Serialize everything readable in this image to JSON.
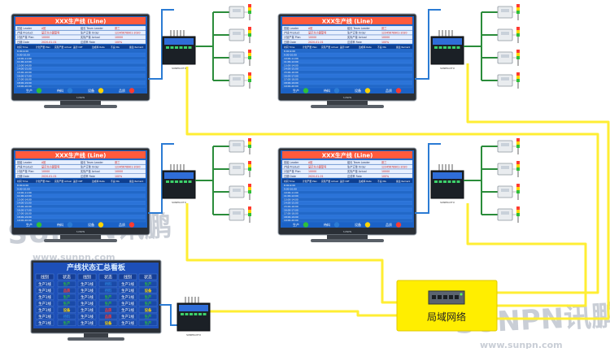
{
  "watermark": {
    "brand": "SUNPN讯鹏",
    "url": "www.sunpn.com"
  },
  "line_monitor": {
    "title": "XXX生产线 (Line)",
    "info_rows": [
      [
        "班组 Leader",
        "A班",
        "组长 Team Leader",
        "张三"
      ],
      [
        "产线 Product",
        "显示大小屏型号",
        "生产订单 Order",
        "12345678901-2020"
      ],
      [
        "计划产量 Plan",
        "10000",
        "实际产量 Actual",
        "10000"
      ],
      [
        "日期 Date",
        "2020-01-01",
        "达成率 Rate",
        "100%"
      ]
    ],
    "table_headers": [
      "时间 Time",
      "计划产量 Plan",
      "实际产量 Actual",
      "差异 Diff",
      "达成率 Rate",
      "不良 NG",
      "备注 Remark"
    ],
    "time_slots": [
      "8:00-9:00",
      "9:00-10:00",
      "10:00-11:00",
      "11:00-12:00",
      "13:00-14:00",
      "14:00-15:00",
      "15:00-16:00",
      "16:00-17:00",
      "17:00-18:00",
      "18:00-19:00",
      "19:00-20:00"
    ],
    "footer_labels": [
      "生产",
      "待料",
      "设备",
      "品质"
    ],
    "brand_badge": "SUNPN"
  },
  "summary_board": {
    "title": "产线状态汇总看板",
    "headers": [
      "线别",
      "状态",
      "线别",
      "状态",
      "线别",
      "状态"
    ],
    "line_label": "生产1线",
    "status_labels": {
      "green": "生产",
      "blue": "待料",
      "yellow": "设备",
      "red": "品质"
    },
    "rows": [
      [
        "green",
        "blue",
        "green"
      ],
      [
        "red",
        "blue",
        "yellow"
      ],
      [
        "green",
        "green",
        "green"
      ],
      [
        "green",
        "green",
        "green"
      ],
      [
        "yellow",
        "red",
        "yellow"
      ],
      [
        "blue",
        "red",
        "green"
      ],
      [
        "green",
        "yellow",
        "green"
      ]
    ]
  },
  "network_label": "局域网络",
  "device_label": "SUNPN-DTU",
  "colors": {
    "network_line": "#ffee33",
    "network_box": "#ffee00",
    "wire_green": "#2a8c3a",
    "wire_blue": "#2b7bd4",
    "screen_bg": "#1b62c6",
    "title_bar": "#ff5a3c",
    "title_text": "#ffffff",
    "info_panel": "#e8f0ff",
    "summary_bg": "#1d4fb8",
    "summary_title": "#d9ecff",
    "status_green": "#2fbf3a",
    "status_blue": "#2b7bd4",
    "status_yellow": "#ffd400",
    "status_red": "#ff3b30"
  }
}
